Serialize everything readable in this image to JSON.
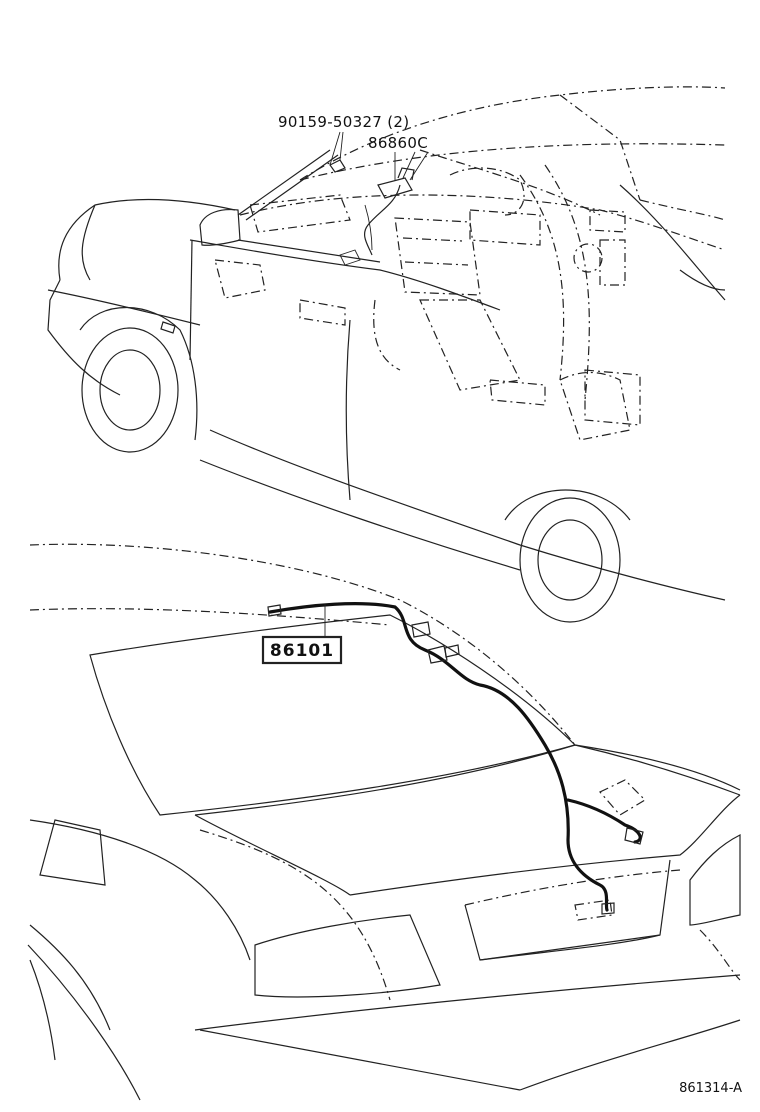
{
  "parts": {
    "bolt": "90159-50327 (2)",
    "bracket": "86860C",
    "antenna_cord": "86101"
  },
  "figure_code": "861314-A"
}
